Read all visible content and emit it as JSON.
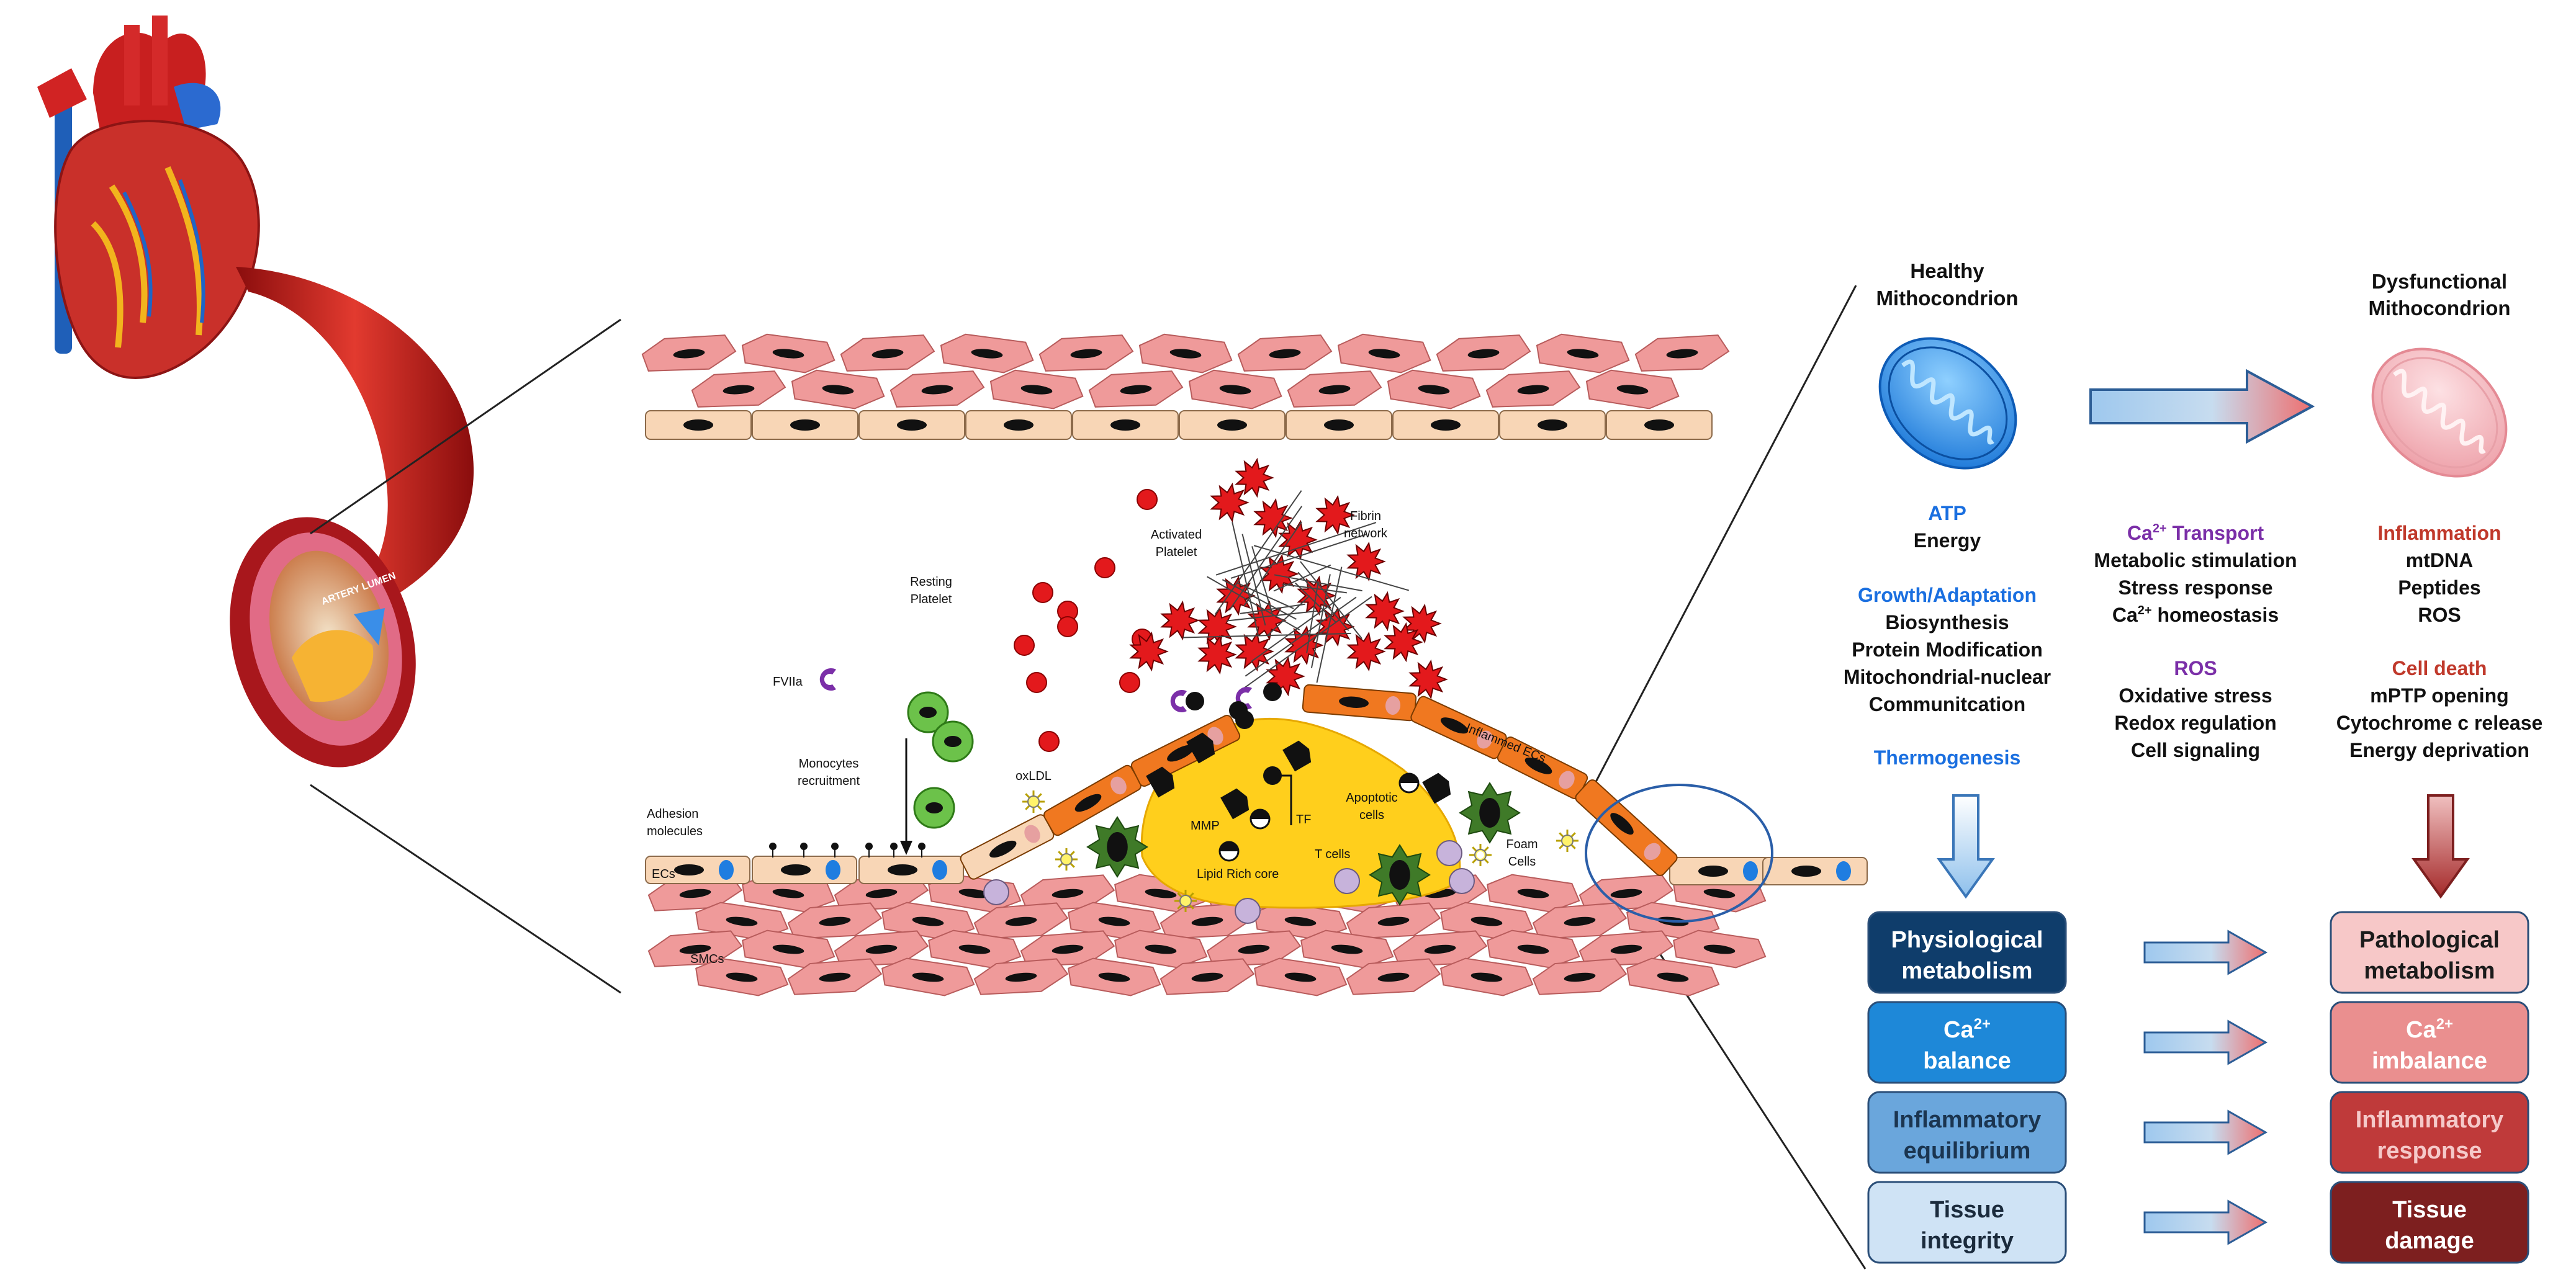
{
  "labels": {
    "fviia": "FVIIa",
    "resting_platelet": [
      "Resting",
      "Platelet"
    ],
    "activated_platelet": [
      "Activated",
      "Platelet"
    ],
    "fibrin_network": [
      "Fibrin",
      "network"
    ],
    "monocytes_recruitment": [
      "Monocytes",
      "recruitment"
    ],
    "oxldl": "oxLDL",
    "adhesion_molecules": [
      "Adhesion",
      "molecules"
    ],
    "ecs": "ECs",
    "smcs": "SMCs",
    "mmp": "MMP",
    "tf": "TF",
    "lipid_rich_core": "Lipid Rich core",
    "t_cells": "T cells",
    "apoptotic_cells": [
      "Apoptotic",
      "cells"
    ],
    "foam_cells": [
      "Foam",
      "Cells"
    ],
    "inflamed_ecs": "Inflammed ECs",
    "artery_lumen": "ARTERY LUMEN"
  },
  "mito": {
    "healthy_title": [
      "Healthy",
      "Mithocondrion"
    ],
    "dysfunctional_title": [
      "Dysfunctional",
      "Mithocondrion"
    ],
    "healthy_color": "#1e90e6",
    "dysfunctional_color": "#f0a0a8"
  },
  "left_column": {
    "atp_heading": "ATP",
    "atp_items": [
      "Energy"
    ],
    "growth_heading": "Growth/Adaptation",
    "growth_items": [
      "Biosynthesis",
      "Protein Modification",
      "Mitochondrial-nuclear",
      "Communitcation"
    ],
    "thermo_heading": "Thermogenesis",
    "heading_color": "#1a6fe0"
  },
  "middle_column": {
    "ca_heading_prefix": "Ca",
    "ca_heading_sup": "2+",
    "ca_heading_suffix": " Transport",
    "ca_items": [
      "Metabolic stimulation",
      "Stress response"
    ],
    "ca_homeostasis_prefix": "Ca",
    "ca_homeostasis_sup": "2+",
    "ca_homeostasis_suffix": " homeostasis",
    "ros_heading": "ROS",
    "ros_items": [
      "Oxidative stress",
      "Redox regulation",
      "Cell signaling"
    ],
    "heading_color": "#7b2fa8"
  },
  "right_column": {
    "inflammation_heading": "Inflammation",
    "inflammation_items": [
      "mtDNA",
      "Peptides",
      "ROS"
    ],
    "death_heading": "Cell death",
    "death_items": [
      "mPTP opening",
      "Cytochrome c release",
      "Energy deprivation"
    ],
    "heading_color": "#c0392b"
  },
  "outcome_boxes": {
    "healthy": [
      {
        "line1": "Physiological",
        "line2": "metabolism",
        "fill": "#0f3d6b",
        "text_color": "#ffffff"
      },
      {
        "line1": "Ca",
        "line1_sup": "2+",
        "line2": "balance",
        "fill": "#1e88d8",
        "text_color": "#ffffff"
      },
      {
        "line1": "Inflammatory",
        "line2": "equilibrium",
        "fill": "#6aa6dc",
        "text_color": "#1b3550"
      },
      {
        "line1": "Tissue",
        "line2": "integrity",
        "fill": "#cfe3f5",
        "text_color": "#1b2b3c"
      }
    ],
    "dysfunctional": [
      {
        "line1": "Pathological",
        "line2": "metabolism",
        "fill": "#f7c8c8",
        "text_color": "#1b1b1b"
      },
      {
        "line1": "Ca",
        "line1_sup": "2+",
        "line2": "imbalance",
        "fill": "#ea8f8f",
        "text_color": "#ffffff"
      },
      {
        "line1": "Inflammatory",
        "line2": "response",
        "fill": "#bf3a3a",
        "text_color": "#f5c9c9"
      },
      {
        "line1": "Tissue",
        "line2": "damage",
        "fill": "#7d1f1f",
        "text_color": "#ffffff"
      }
    ]
  },
  "colors": {
    "endothelial": "#f8d6b6",
    "smc": "#ef9a9a",
    "inflamed_ec": "#f07820",
    "lipid_core": "#ffd21a",
    "platelet": "#e3191c",
    "monocyte": "#6cc24a"
  }
}
